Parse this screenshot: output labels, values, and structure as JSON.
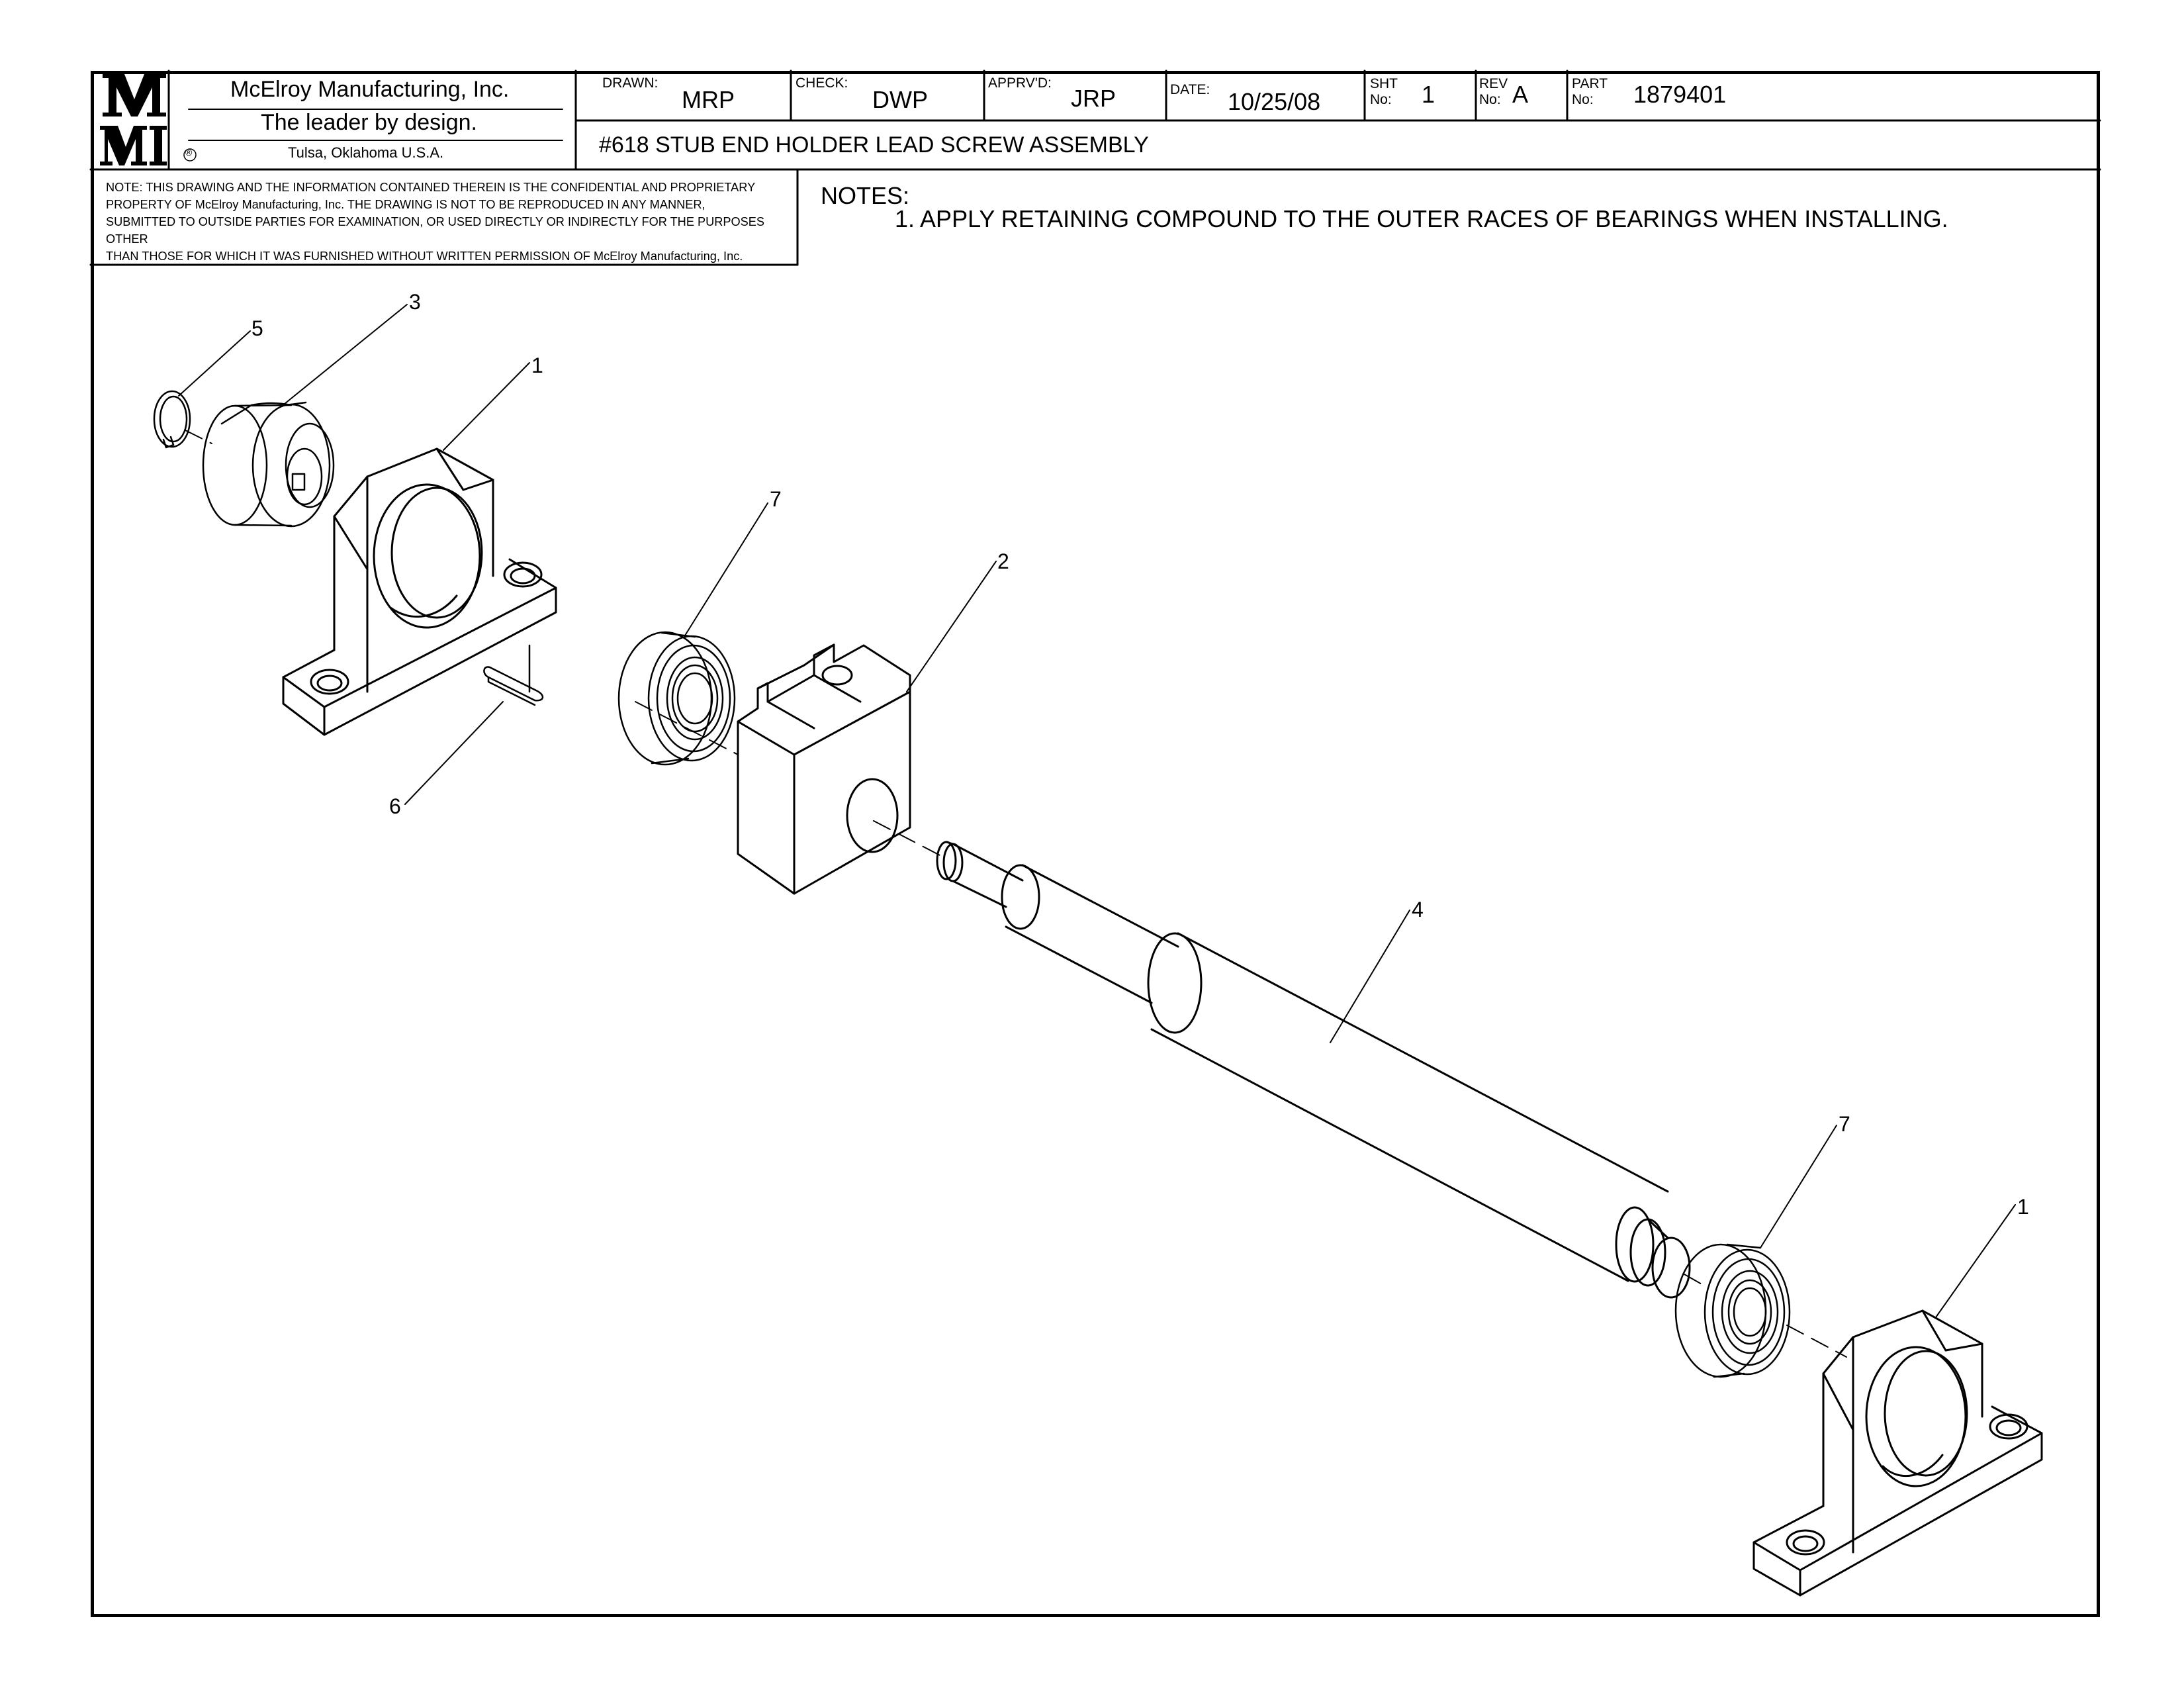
{
  "title_block": {
    "logo_text": [
      "M",
      "M",
      "M",
      "I"
    ],
    "company_name": "McElroy Manufacturing, Inc.",
    "slogan": "The leader by design.",
    "registered_mark": "®",
    "location": "Tulsa, Oklahoma U.S.A.",
    "drawn_label": "DRAWN:",
    "drawn_value": "MRP",
    "check_label": "CHECK:",
    "check_value": "DWP",
    "apprvd_label": "APPRV'D:",
    "apprvd_value": "JRP",
    "date_label": "DATE:",
    "date_value": "10/25/08",
    "sht_label_1": "SHT",
    "sht_label_2": "No:",
    "sht_value": "1",
    "rev_label_1": "REV",
    "rev_label_2": "No:",
    "rev_value": "A",
    "part_label_1": "PART",
    "part_label_2": "No:",
    "part_value": "1879401",
    "drawing_title": "#618 STUB END HOLDER LEAD SCREW ASSEMBLY"
  },
  "confidential_note": [
    "NOTE: THIS DRAWING AND THE INFORMATION CONTAINED THEREIN IS THE CONFIDENTIAL AND PROPRIETARY",
    "PROPERTY OF McElroy Manufacturing, Inc. THE DRAWING IS NOT TO BE REPRODUCED IN ANY MANNER,",
    "SUBMITTED TO OUTSIDE PARTIES FOR EXAMINATION, OR USED DIRECTLY OR INDIRECTLY FOR THE PURPOSES OTHER",
    "THAN THOSE FOR WHICH IT WAS FURNISHED WITHOUT WRITTEN PERMISSION OF McElroy Manufacturing, Inc."
  ],
  "notes": {
    "heading": "NOTES:",
    "items": [
      "1. APPLY RETAINING COMPOUND TO THE OUTER RACES OF BEARINGS WHEN INSTALLING."
    ]
  },
  "balloons": {
    "b5": "5",
    "b3": "3",
    "b1_top": "1",
    "b7_top": "7",
    "b2": "2",
    "b6": "6",
    "b4": "4",
    "b7_bottom": "7",
    "b1_bottom": "1"
  }
}
